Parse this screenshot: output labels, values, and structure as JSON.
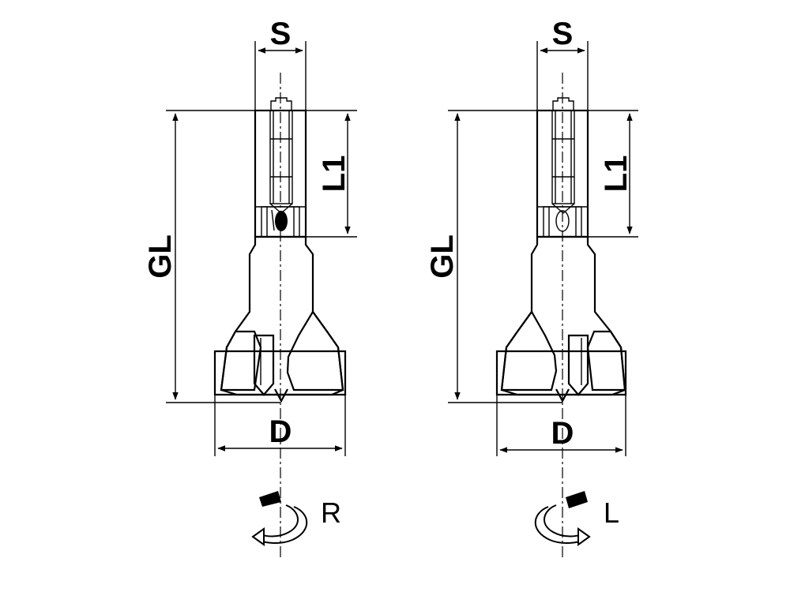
{
  "drills": [
    {
      "dim_s": "S",
      "dim_l1": "L1",
      "dim_gl": "GL",
      "dim_d": "D",
      "rotation": "R"
    },
    {
      "dim_s": "S",
      "dim_l1": "L1",
      "dim_gl": "GL",
      "dim_d": "D",
      "rotation": "L"
    }
  ],
  "colors": {
    "line": "#000000",
    "body_fill": "#ffffff",
    "flange_fill": "#c8c8c8",
    "blade_fill": "#d4d4d4",
    "hatch": "#000000"
  }
}
